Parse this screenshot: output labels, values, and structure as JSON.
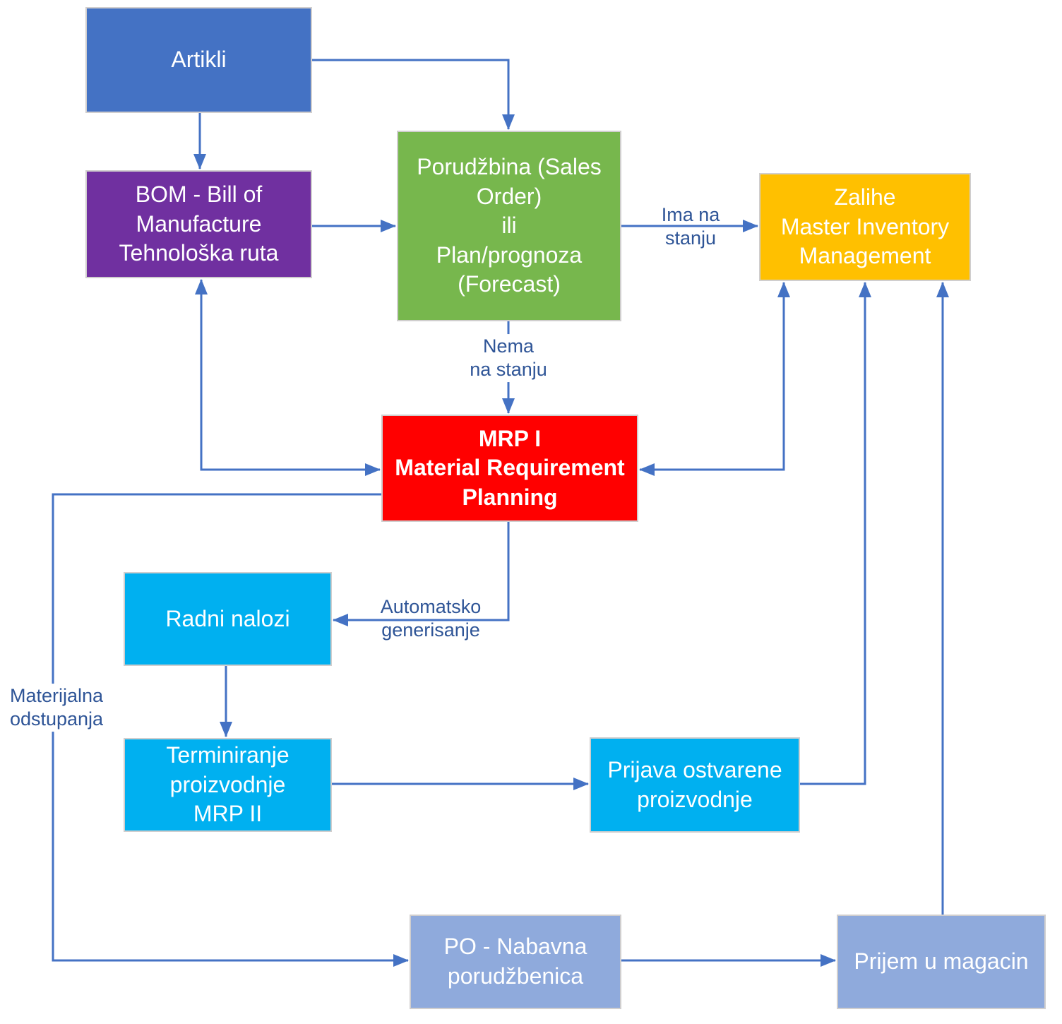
{
  "diagram": {
    "type": "flowchart",
    "nodes": {
      "artikli": {
        "label": "Artikli",
        "color": "#4472C4"
      },
      "bom": {
        "label": "BOM - Bill of\nManufacture\nTehnološka ruta",
        "color": "#7030A0"
      },
      "porudzbina": {
        "label": "Porudžbina (Sales\nOrder)\nili\nPlan/prognoza\n(Forecast)",
        "color": "#77B74D"
      },
      "zalihe": {
        "label": "Zalihe\nMaster Inventory\nManagement",
        "color": "#FFC000"
      },
      "mrp1": {
        "label": "MRP I\nMaterial Requirement\nPlanning",
        "color": "#FF0000"
      },
      "radni_nalozi": {
        "label": "Radni nalozi",
        "color": "#00B0F0"
      },
      "terminiranje": {
        "label": "Terminiranje\nproizvodnje\nMRP II",
        "color": "#00B0F0"
      },
      "prijava": {
        "label": "Prijava ostvarene\nproizvodnje",
        "color": "#00B0F0"
      },
      "po": {
        "label": "PO - Nabavna\nporudžbenica",
        "color": "#8FAADC"
      },
      "prijem": {
        "label": "Prijem u magacin",
        "color": "#8FAADC"
      }
    },
    "edge_labels": {
      "ima_na_stanju": "Ima na\nstanju",
      "nema_na_stanju": "Nema\nna stanju",
      "automatsko_generisanje": "Automatsko\ngenerisanje",
      "materijalna_odstupanja": "Materijalna\nodstupanja"
    },
    "colors": {
      "arrow": "#4472C4",
      "edge_label_text": "#2F5597",
      "node_text": "#FFFFFF",
      "node_border": "#D0CECE"
    }
  }
}
